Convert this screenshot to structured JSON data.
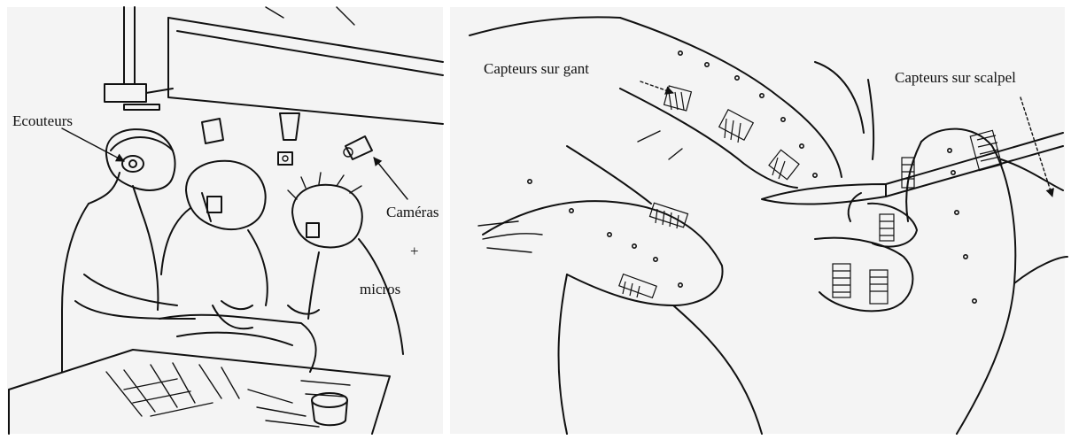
{
  "labels": {
    "ecouteurs": "Ecouteurs",
    "cameras": "Caméras",
    "plus": "+",
    "micros": "micros",
    "capteurs_gant": "Capteurs sur gant",
    "capteurs_scalpel": "Capteurs sur scalpel"
  },
  "colors": {
    "ink": "#111111",
    "background": "#ffffff",
    "panel": "#f4f4f4"
  }
}
